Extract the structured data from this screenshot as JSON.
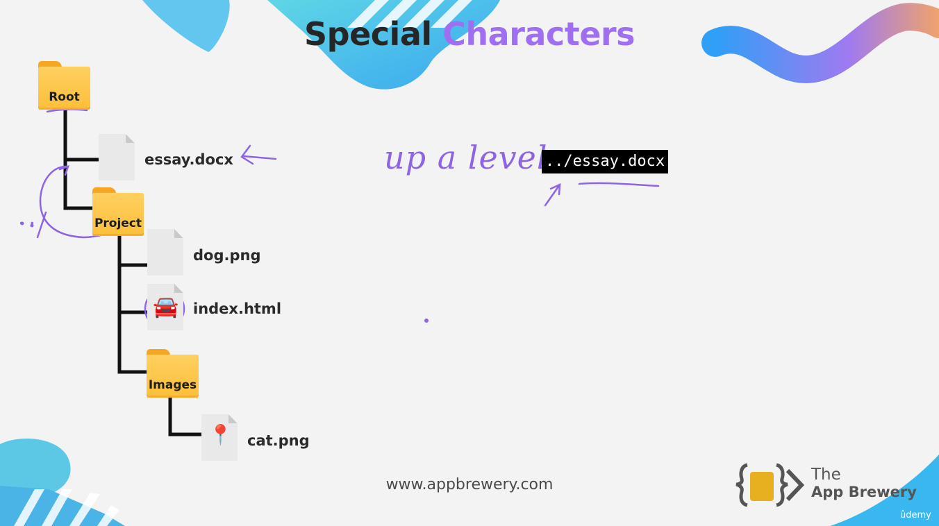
{
  "slide": {
    "title_part1": "Special",
    "title_part2": "Characters",
    "url": "www.appbrewery.com"
  },
  "tree": {
    "root_label": "Root",
    "essay_label": "essay.docx",
    "project_label": "Project",
    "dog_label": "dog.png",
    "index_label": "index.html",
    "images_label": "Images",
    "cat_label": "cat.png"
  },
  "annotations": {
    "handwritten_note": "up a level",
    "dots_note": "..",
    "command": "../essay.docx"
  },
  "branding": {
    "brand_line1": "The",
    "brand_line2": "App Brewery",
    "platform": "ûdemy"
  },
  "icons": {
    "index_file": "car-icon",
    "cat_file": "pushpin-icon"
  },
  "colors": {
    "accent_purple": "#a06ef0",
    "folder_yellow": "#fbbf3a",
    "ink_purple": "#8e63e6"
  }
}
